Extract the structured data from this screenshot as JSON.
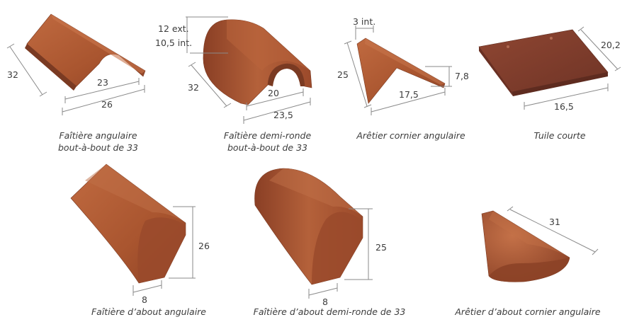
{
  "colors": {
    "terracotta": "#b05a36",
    "terracotta_dark": "#7a3a22",
    "terracotta_light": "#c9774c",
    "tile_dark": "#7f3e2c",
    "dimension_line": "#8a8a8a",
    "caption": "#3c3c3c"
  },
  "products": [
    {
      "name": "faitiere-angulaire-bout-a-bout",
      "caption_line1": "Faîtière angulaire",
      "caption_line2": "bout-à-bout de 33",
      "dims": {
        "length": "32",
        "inner": "23",
        "outer": "26"
      }
    },
    {
      "name": "faitiere-demi-ronde-bout-a-bout",
      "caption_line1": "Faîtière demi-ronde",
      "caption_line2": "bout-à-bout de 33",
      "dims": {
        "ext": "12 ext.",
        "int": "10,5 int.",
        "length": "32",
        "inner": "20",
        "outer": "23,5"
      }
    },
    {
      "name": "aretier-cornier-angulaire",
      "caption_line1": "Arêtier cornier angulaire",
      "dims": {
        "top": "3 int.",
        "length": "25",
        "height": "7,8",
        "width": "17,5"
      }
    },
    {
      "name": "tuile-courte",
      "caption_line1": "Tuile courte",
      "dims": {
        "depth": "20,2",
        "width": "16,5"
      }
    },
    {
      "name": "faitiere-about-angulaire",
      "caption_line1": "Faîtière d’about angulaire",
      "dims": {
        "height": "26",
        "base": "8"
      }
    },
    {
      "name": "faitiere-about-demi-ronde",
      "caption_line1": "Faîtière d’about demi-ronde de 33",
      "dims": {
        "height": "25",
        "base": "8"
      }
    },
    {
      "name": "aretier-about-cornier-angulaire",
      "caption_line1": "Arêtier d’about cornier angulaire",
      "dims": {
        "length": "31"
      }
    }
  ]
}
